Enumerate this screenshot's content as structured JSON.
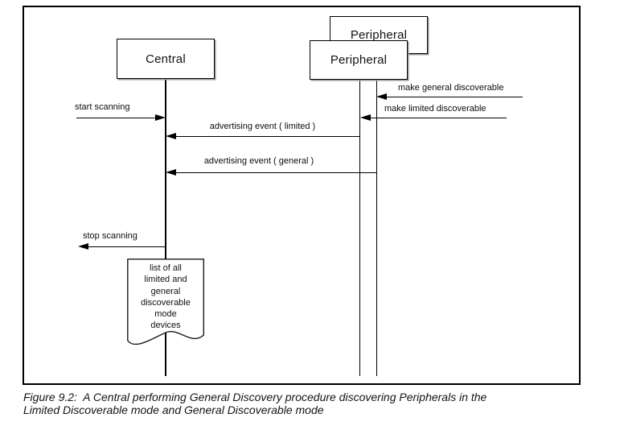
{
  "diagram": {
    "actors": {
      "central": "Central",
      "peripheral_back": "Peripheral",
      "peripheral_front": "Peripheral"
    },
    "messages": {
      "make_general": "make general discoverable",
      "make_limited": "make limited discoverable",
      "start_scanning": "start scanning",
      "adv_limited": "advertising event ( limited )",
      "adv_general": "advertising event ( general )",
      "stop_scanning": "stop scanning"
    },
    "note": {
      "lines": [
        "list of all",
        "limited and",
        "general",
        "discoverable",
        "mode",
        "devices"
      ]
    },
    "colors": {
      "line": "#000000",
      "background": "#ffffff"
    }
  },
  "caption": {
    "line1": "Figure 9.2:  A Central performing General Discovery procedure discovering Peripherals in the",
    "line2": "Limited Discoverable mode and General Discoverable mode"
  }
}
